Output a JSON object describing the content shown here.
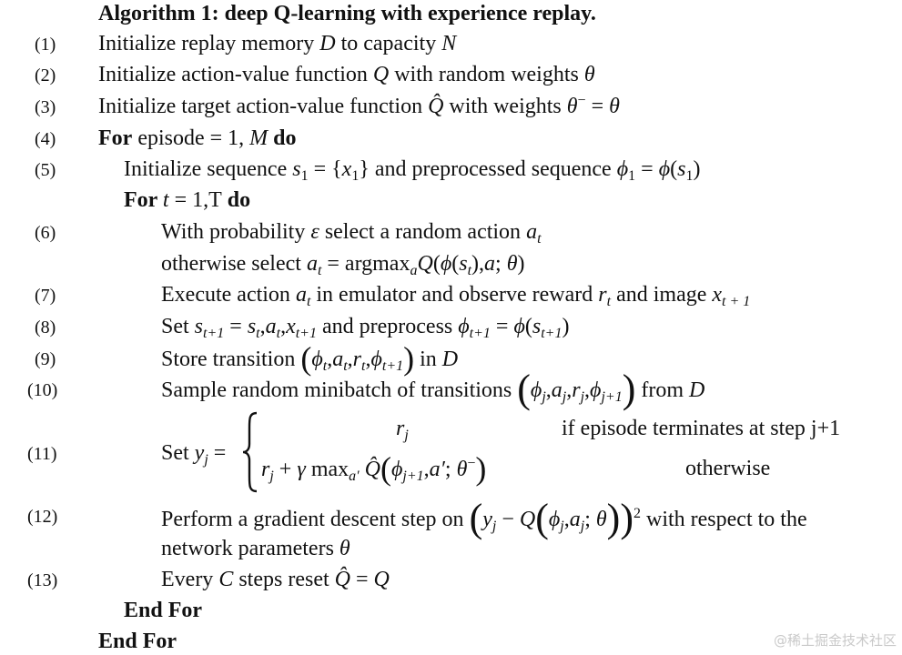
{
  "title": "Algorithm 1: deep Q-learning with experience replay.",
  "line_numbers": [
    "(1)",
    "(2)",
    "(3)",
    "(4)",
    "(5)",
    "(6)",
    "(7)",
    "(8)",
    "(9)",
    "(10)",
    "(11)",
    "(12)",
    "(13)"
  ],
  "steps": {
    "l1": {
      "a": "Initialize replay memory ",
      "v1": "D",
      "b": " to capacity ",
      "v2": "N"
    },
    "l2": {
      "a": "Initialize action-value function ",
      "v1": "Q",
      "b": " with random weights ",
      "v2": "θ"
    },
    "l3": {
      "a": "Initialize target action-value function ",
      "v1": "Q̂",
      "b": " with weights ",
      "v2": "θ",
      "sup": "−",
      "c": " = ",
      "v3": "θ"
    },
    "l4": {
      "kw1": "For",
      "a": " episode = 1, ",
      "v1": "M",
      "kw2": " do"
    },
    "l5": {
      "a": "Initialize sequence ",
      "s": "s",
      "s_sub": "1",
      "b": " = {",
      "x": "x",
      "x_sub": "1",
      "c": "} and preprocessed sequence ",
      "phi": "ϕ",
      "phi_sub": "1",
      "d": " = ",
      "phi2": "ϕ",
      "e": "(",
      "s2": "s",
      "s2_sub": "1",
      "f": ")"
    },
    "l5b": {
      "kw1": "For ",
      "v1": "t",
      "a": " = 1,T",
      "kw2": " do"
    },
    "l6": {
      "a": "With probability ",
      "eps": "ε",
      "b": " select a random action ",
      "v1": "a",
      "v1_sub": "t"
    },
    "l6b": {
      "a": "otherwise select ",
      "v1": "a",
      "v1_sub": "t",
      "b": " = argmax",
      "b_sub": "a",
      "q": "Q",
      "c": "(",
      "phi": "ϕ",
      "d": "(",
      "s": "s",
      "s_sub": "t",
      "e": "),",
      "av": "a",
      "f": "; ",
      "th": "θ",
      "g": ")"
    },
    "l7": {
      "a": "Execute action ",
      "v1": "a",
      "v1_sub": "t",
      "b": " in emulator and observe reward ",
      "v2": "r",
      "v2_sub": "t",
      "c": " and image ",
      "v3": "x",
      "v3_sub": "t + 1"
    },
    "l8": {
      "a": "Set ",
      "s": "s",
      "s_sub": "t+1",
      "b": " = ",
      "s2": "s",
      "s2_sub": "t",
      "c": ",",
      "a2": "a",
      "a2_sub": "t",
      "d": ",",
      "x": "x",
      "x_sub": "t+1",
      "e": " and preprocess ",
      "phi": "ϕ",
      "phi_sub": "t+1",
      "f": " = ",
      "phi2": "ϕ",
      "g": "(",
      "s3": "s",
      "s3_sub": "t+1",
      "h": ")"
    },
    "l9": {
      "a": "Store transition ",
      "lp": "(",
      "phi": "ϕ",
      "phi_sub": "t",
      "b": ",",
      "av": "a",
      "av_sub": "t",
      "c": ",",
      "rv": "r",
      "rv_sub": "t",
      "d": ",",
      "phi2": "ϕ",
      "phi2_sub": "t+1",
      "rp": ")",
      "e": " in ",
      "v1": "D"
    },
    "l10": {
      "a": "Sample random minibatch of transitions ",
      "lp": "(",
      "phi": "ϕ",
      "phi_sub": "j",
      "b": ",",
      "av": "a",
      "av_sub": "j",
      "c": ",",
      "rv": "r",
      "rv_sub": "j",
      "d": ",",
      "phi2": "ϕ",
      "phi2_sub": "j+1",
      "rp": ")",
      "e": " from ",
      "v1": "D"
    },
    "l11": {
      "a": "Set ",
      "y": "y",
      "y_sub": "j",
      "b": " =",
      "case1_r": "r",
      "case1_sub": "j",
      "case1_cond": "if episode terminates at step j+1",
      "case2_r": "r",
      "case2_sub": "j",
      "case2_a": " + ",
      "gamma": "γ",
      "case2_b": " max",
      "case2_b_sub": "a′",
      "qhat": "Q̂",
      "lp": "(",
      "phi": "ϕ",
      "phi_sub": "j+1",
      "c": ",",
      "ap": "a′",
      "d": "; ",
      "th": "θ",
      "th_sup": "−",
      "rp": ")",
      "case2_cond": "otherwise"
    },
    "l12": {
      "a": "Perform a gradient descent step on ",
      "lp": "(",
      "y": "y",
      "y_sub": "j",
      "b": " − ",
      "q": "Q",
      "lp2": "(",
      "phi": "ϕ",
      "phi_sub": "j",
      "c": ",",
      "av": "a",
      "av_sub": "j",
      "d": "; ",
      "th": "θ",
      "rp2": ")",
      "rp": ")",
      "sq": "2",
      "e": " with respect to the"
    },
    "l12b": {
      "a": "network parameters ",
      "th": "θ"
    },
    "l13": {
      "a": "Every ",
      "v1": "C",
      "b": " steps reset ",
      "qhat": "Q̂",
      "c": " = ",
      "q": "Q"
    },
    "end_inner": "End For",
    "end_outer": "End For"
  },
  "watermark": "@稀土掘金技术社区"
}
